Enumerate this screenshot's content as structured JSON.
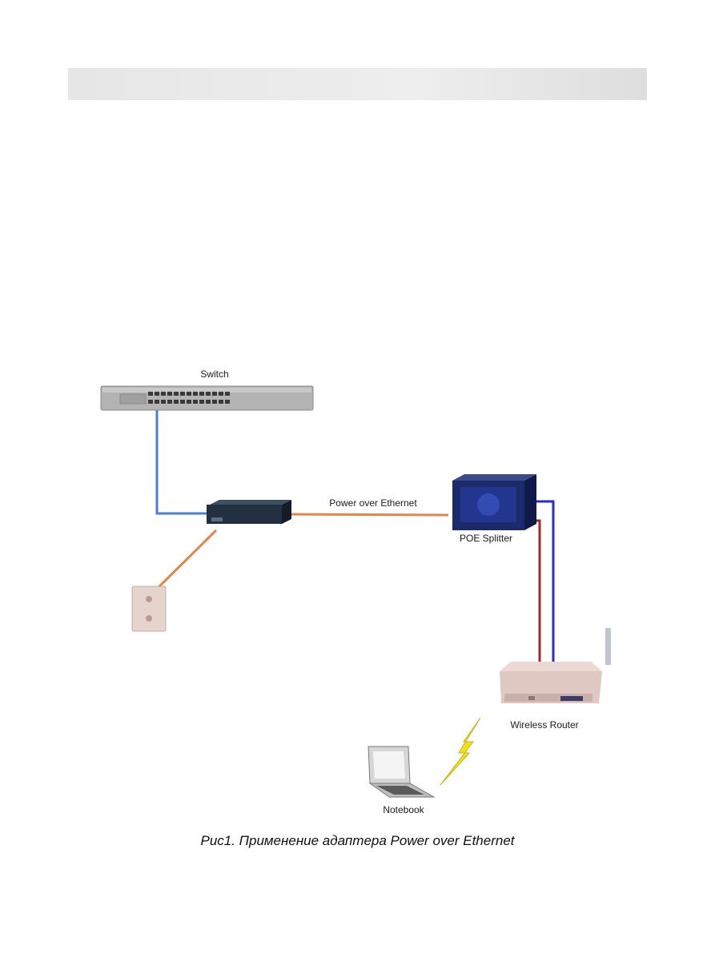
{
  "labels": {
    "switch": "Switch",
    "poe_link": "Power over Ethernet",
    "poe_splitter": "POE Splitter",
    "wireless_router": "Wireless Router",
    "notebook": "Notebook"
  },
  "caption": "Рис1. Применение адаптера Power over Ethernet",
  "colors": {
    "ethernet_cable": "#4f7bd9",
    "poe_cable": "#e8834a",
    "power_cable": "#a32a2a",
    "data_cable": "#2a2ad0",
    "wireless_signal": "#f2e01e",
    "header_bar": "#e6e6e6"
  },
  "icons": {
    "switch": "network-switch-icon",
    "injector": "poe-injector-icon",
    "outlet": "power-outlet-icon",
    "splitter": "poe-splitter-icon",
    "router": "wireless-router-icon",
    "notebook": "notebook-icon",
    "signal": "lightning-bolt-icon"
  }
}
